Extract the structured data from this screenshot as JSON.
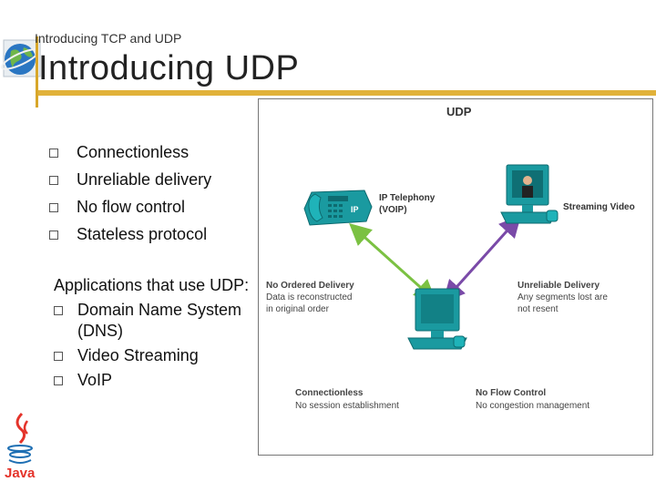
{
  "header": {
    "subtitle": "Introducing TCP and UDP",
    "title": "Introducing UDP",
    "accent_color": "#e1b23a"
  },
  "bullets": [
    "Connectionless",
    "Unreliable delivery",
    "No flow control",
    "Stateless protocol"
  ],
  "apps": {
    "heading": "Applications that use UDP:",
    "items": [
      "Domain Name System (DNS)",
      "Video Streaming",
      "VoIP"
    ]
  },
  "diagram": {
    "title": "UDP",
    "ip_telephony": [
      "IP Telephony",
      "(VOIP)"
    ],
    "streaming_video": "Streaming Video",
    "no_ordered_title": "No Ordered Delivery",
    "no_ordered_desc": [
      "Data is reconstructed",
      "in original order"
    ],
    "unreliable_title": "Unreliable Delivery",
    "unreliable_desc": [
      "Any segments lost are",
      "not resent"
    ],
    "connectionless_title": "Connectionless",
    "connectionless_desc": "No session establishment",
    "noflow_title": "No Flow Control",
    "noflow_desc": "No congestion management",
    "phone_label": "IP",
    "colors": {
      "device": "#1a9aa0",
      "green_arrow": "#7bc142",
      "purple_arrow": "#7a4aa8"
    }
  },
  "logos": {
    "java_label": "Java",
    "globe": "globe-icon"
  }
}
